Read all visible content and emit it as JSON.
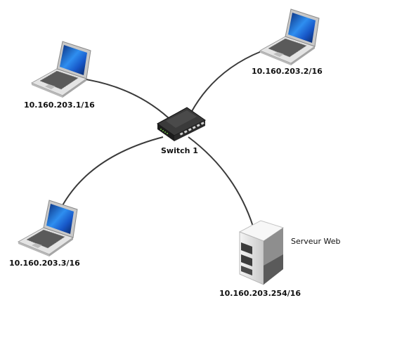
{
  "diagram": {
    "nodes": {
      "laptop1": {
        "label": "10.160.203.1/16"
      },
      "laptop2": {
        "label": "10.160.203.2/16"
      },
      "laptop3": {
        "label": "10.160.203.3/16"
      },
      "switch": {
        "label": "Switch 1"
      },
      "server": {
        "label": "10.160.203.254/16",
        "name": "Serveur Web"
      }
    },
    "links": [
      {
        "from": "switch",
        "to": "laptop1"
      },
      {
        "from": "switch",
        "to": "laptop2"
      },
      {
        "from": "switch",
        "to": "laptop3"
      },
      {
        "from": "switch",
        "to": "server"
      }
    ],
    "colors": {
      "link": "#3a3a3a",
      "screen": "#1b5fd0",
      "laptop_body": "#dcdcdc",
      "switch_body": "#2b2b2b",
      "server_body": "#eeeeee"
    }
  }
}
